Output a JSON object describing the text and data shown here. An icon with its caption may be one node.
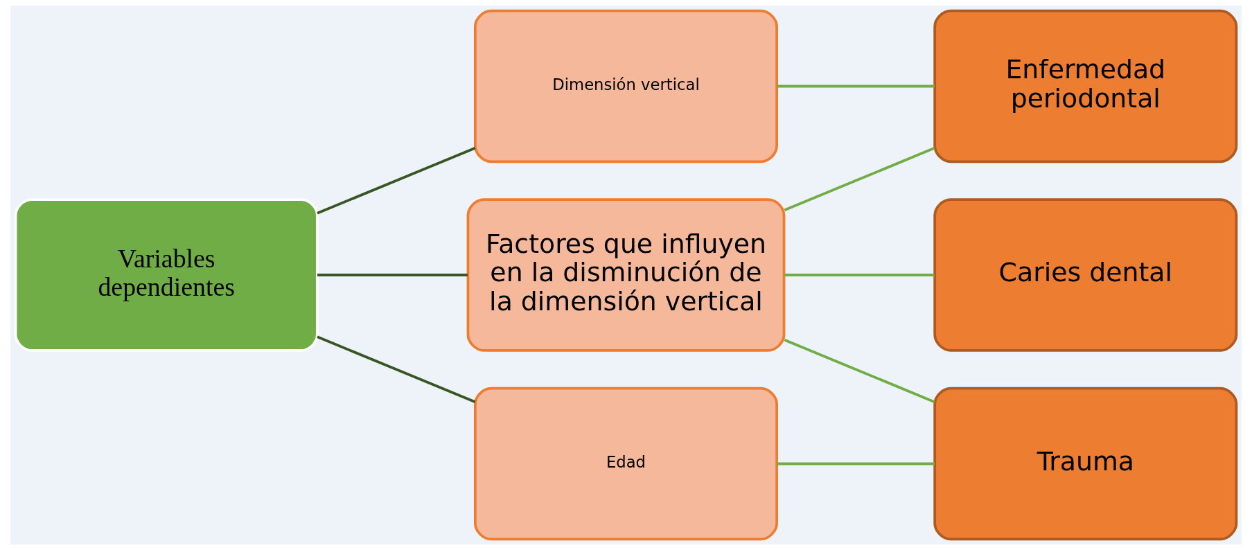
{
  "diagram": {
    "nodes": [
      {
        "text": [
          "Variables dependientes"
        ]
      },
      {
        "text": [
          "Dimensión vertical"
        ]
      },
      {
        "text": [
          "Factores que influyen en la disminución de la dimensión vertical"
        ]
      },
      {
        "text": [
          "Edad"
        ]
      },
      {
        "text": [
          "Enfermedad periodontal"
        ]
      },
      {
        "text": [
          "Caries dental"
        ]
      },
      {
        "text": [
          "Trauma"
        ]
      }
    ],
    "edges": [
      {
        "from": 0,
        "to": 1,
        "arrow": "none",
        "color": "#375623"
      },
      {
        "from": 0,
        "to": 2,
        "arrow": "none",
        "color": "#375623"
      },
      {
        "from": 0,
        "to": 3,
        "arrow": "none",
        "color": "#375623"
      },
      {
        "from": 1,
        "to": 4,
        "arrow": "none"
      },
      {
        "from": 2,
        "to": 4,
        "arrow": "none"
      },
      {
        "from": 2,
        "to": 5,
        "arrow": "none"
      },
      {
        "from": 2,
        "to": 6,
        "arrow": "none"
      },
      {
        "from": 3,
        "to": 6,
        "arrow": "none"
      }
    ]
  }
}
